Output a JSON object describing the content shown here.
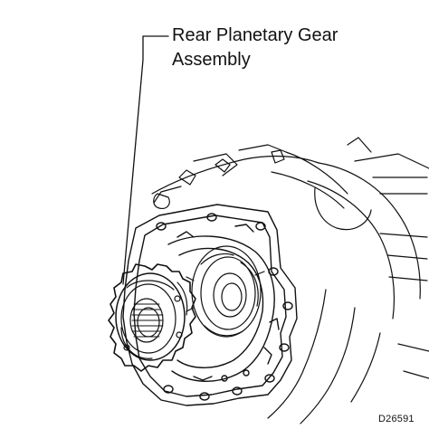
{
  "callout": {
    "line1": "Rear Planetary Gear",
    "line2": "Assembly"
  },
  "figure_code": "D26591",
  "colors": {
    "ink": "#111111",
    "paper": "#ffffff"
  }
}
